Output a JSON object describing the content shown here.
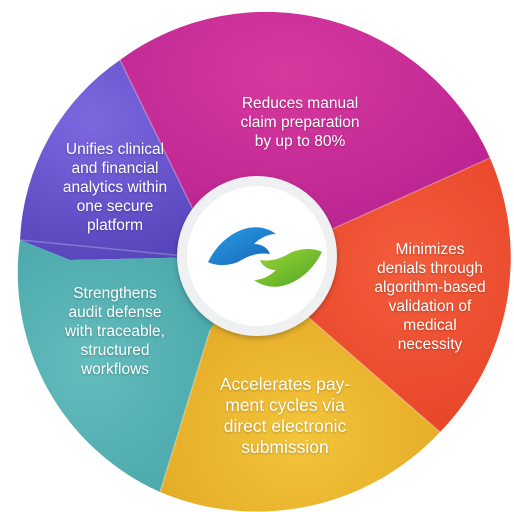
{
  "center": {
    "logo": "hands-logo-icon"
  },
  "segments": [
    {
      "id": "reduces",
      "color": "#c8269a",
      "lines": [
        "Reduces manual",
        "claim preparation",
        "by up to 80%"
      ]
    },
    {
      "id": "unifies",
      "color": "#6552cc",
      "lines": [
        "Unifies clinical",
        "and financial",
        "analytics within",
        "one secure",
        "platform"
      ]
    },
    {
      "id": "minimizes",
      "color": "#ee4e32",
      "lines": [
        "Minimizes",
        "denials through",
        "algorithm-based",
        "validation of",
        "medical",
        "necessity"
      ]
    },
    {
      "id": "strengthens",
      "color": "#52b1b0",
      "lines": [
        "Strengthens",
        "audit defense",
        "with traceable,",
        "structured",
        "workflows"
      ]
    },
    {
      "id": "accelerates",
      "color": "#ecb127",
      "lines": [
        "Accelerates pay-",
        "ment cycles via",
        "direct electronic",
        "submission"
      ]
    }
  ]
}
